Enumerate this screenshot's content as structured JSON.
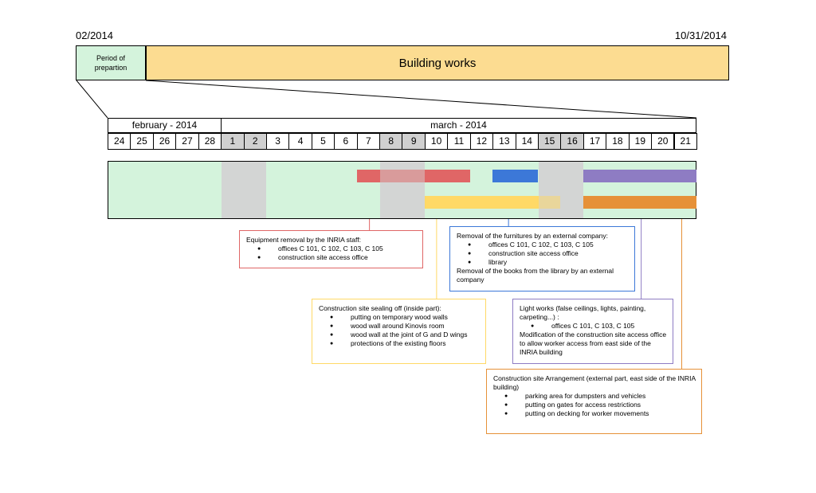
{
  "timeline": {
    "start_date": "02/2014",
    "end_date": "10/31/2014",
    "phases": [
      {
        "label": "Period of prepartion"
      },
      {
        "label": "Building works"
      }
    ]
  },
  "calendar": {
    "months": [
      {
        "label": "february - 2014"
      },
      {
        "label": "march - 2014"
      }
    ],
    "days": [
      "24",
      "25",
      "26",
      "27",
      "28",
      "1",
      "2",
      "3",
      "4",
      "5",
      "6",
      "7",
      "8",
      "9",
      "10",
      "11",
      "12",
      "13",
      "14",
      "15",
      "16",
      "17",
      "18",
      "19",
      "20",
      "21"
    ],
    "weekend_days": [
      "1",
      "2",
      "8",
      "9",
      "15",
      "16"
    ]
  },
  "tasks": [
    {
      "id": "equipment",
      "color": "#e06666",
      "start": "7",
      "end": "11",
      "row": 1
    },
    {
      "id": "furniture",
      "color": "#3c78d8",
      "start": "13",
      "end": "14",
      "row": 1
    },
    {
      "id": "light",
      "color": "#8e7cc3",
      "start": "17",
      "end": "21",
      "row": 1
    },
    {
      "id": "sealing",
      "color": "#ffd966",
      "start": "10",
      "end": "15",
      "row": 2
    },
    {
      "id": "arrangement",
      "color": "#e69138",
      "start": "17",
      "end": "21",
      "row": 2
    }
  ],
  "notes": {
    "equipment": {
      "title": "Equipment removal by the INRIA staff:",
      "items": [
        "offices C 101, C 102, C 103, C 105",
        "construction site access office"
      ]
    },
    "furniture": {
      "title": "Removal of the furnitures by an external company:",
      "items": [
        "offices C 101, C 102, C 103, C 105",
        "construction site access office",
        "library"
      ],
      "footer": "Removal of the books from the library by an external company"
    },
    "sealing": {
      "title": "Construction site sealing off (inside part):",
      "items": [
        "putting on temporary wood walls",
        "wood wall around Kinovis room",
        "wood wall at the joint of G and D wings",
        "protections of the existing floors"
      ]
    },
    "light": {
      "title": "Light works (false ceilings, lights, painting, carpeting...) :",
      "items": [
        "offices C 101, C 103, C 105"
      ],
      "footer": "Modification of the construction site access office to allow worker access from east side of the INRIA building"
    },
    "arrangement": {
      "title": "Construction site Arrangement (external part, east side of the INRIA building)",
      "items": [
        "parking area for dumpsters and vehicles",
        "putting on gates for access restrictions",
        "putting on decking for worker movements"
      ]
    }
  }
}
